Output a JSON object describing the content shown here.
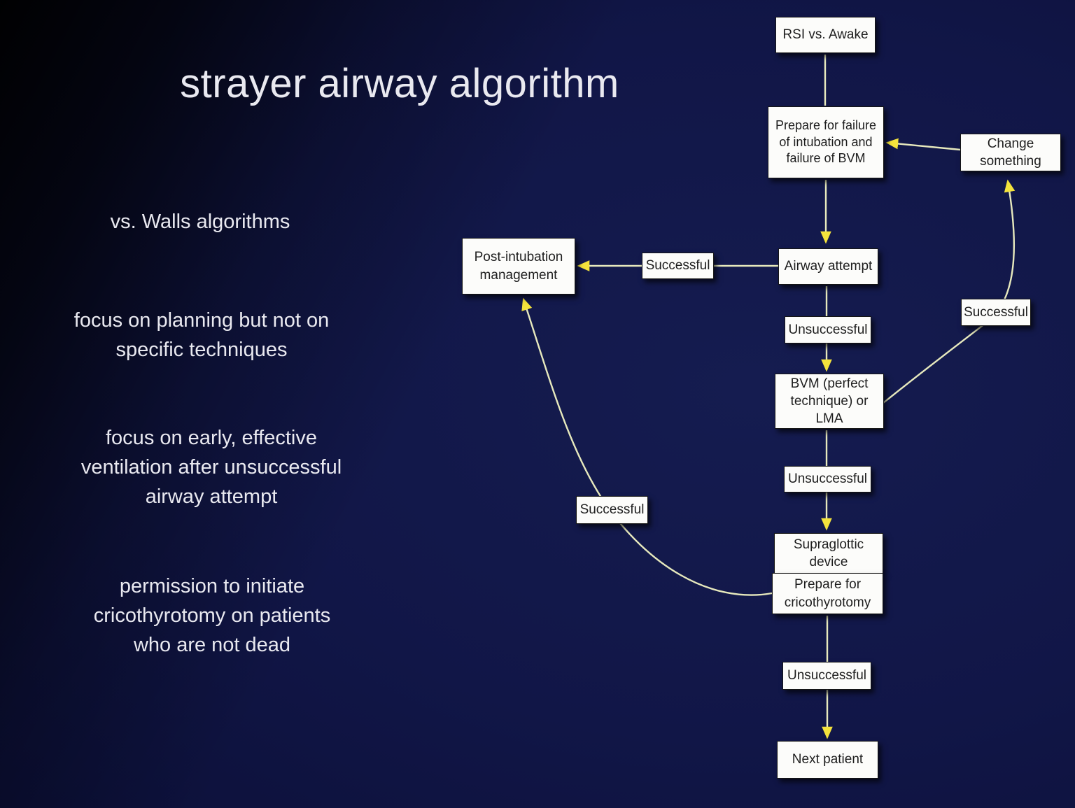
{
  "slide": {
    "title": "strayer airway algorithm",
    "notes": [
      "vs. Walls algorithms",
      "focus on planning but not on\nspecific techniques",
      "focus on early, effective\nventilation after unsuccessful\nairway attempt",
      "permission to initiate\ncricothyrotomy on patients\nwho are not dead"
    ]
  },
  "flowchart": {
    "nodes": {
      "rsi_vs_awake": "RSI vs. Awake",
      "prepare_failure": "Prepare for failure\nof intubation and\nfailure of BVM",
      "change_something": "Change\nsomething",
      "post_intubation": "Post-intubation\nmanagement",
      "successful_mid": "Successful",
      "airway_attempt": "Airway attempt",
      "successful_right": "Successful",
      "unsuccessful_1": "Unsuccessful",
      "bvm_lma": "BVM (perfect\ntechnique) or\nLMA",
      "unsuccessful_2": "Unsuccessful",
      "successful_left": "Successful",
      "supraglottic_device": "Supraglottic\ndevice",
      "prepare_cricothyrotomy": "Prepare for\ncricothyrotomy",
      "unsuccessful_3": "Unsuccessful",
      "next_patient": "Next patient"
    },
    "colors": {
      "background_navy": "#111647",
      "background_corner": "#000002",
      "line": "#e7e9bd",
      "arrowhead": "#f4e33c",
      "box_background": "#fcfcfa",
      "box_border": "#161616",
      "box_text": "#1e1e1e",
      "slide_text": "#e9e9f0"
    }
  }
}
